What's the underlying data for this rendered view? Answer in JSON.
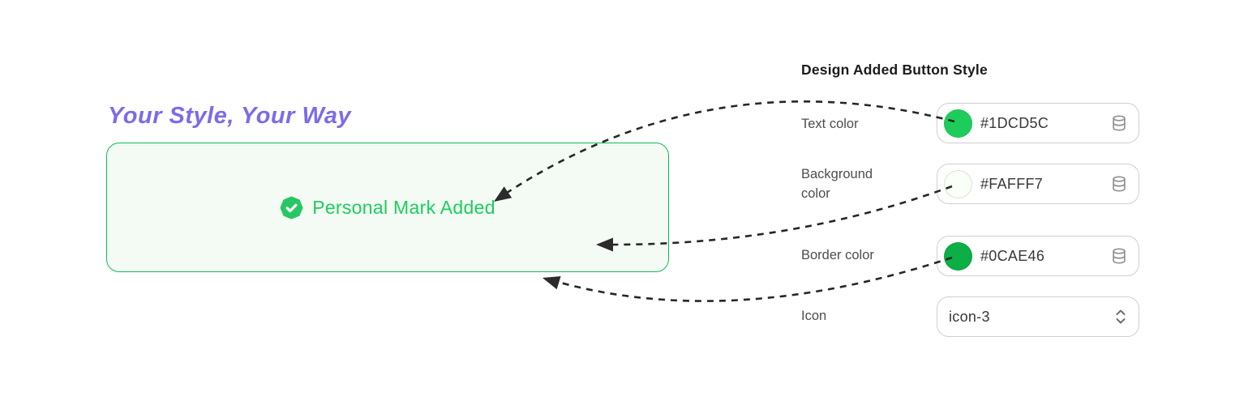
{
  "left": {
    "heading": "Your Style, Your Way",
    "heading_color": "#7b6ce9",
    "preview_button": {
      "label": "Personal Mark Added",
      "text_color": "#1DCD5C",
      "background_color": "#FAFFF7",
      "border_color": "#0CAE46",
      "icon_name": "check-badge-icon"
    }
  },
  "panel": {
    "title": "Design Added Button Style",
    "fields": [
      {
        "label": "Text color",
        "value": "#1DCD5C",
        "swatch": "#1DCD5C",
        "control": "color",
        "trailing_icon": "database-icon"
      },
      {
        "label": "Background color",
        "value": "#FAFFF7",
        "swatch": "#FAFFF7",
        "control": "color",
        "trailing_icon": "database-icon"
      },
      {
        "label": "Border color",
        "value": "#0CAE46",
        "swatch": "#0CAE46",
        "control": "color",
        "trailing_icon": "database-icon"
      },
      {
        "label": "Icon",
        "value": "icon-3",
        "control": "select",
        "trailing_icon": "updown-chevron-icon"
      }
    ]
  },
  "annotations": {
    "arrow_color": "#262626",
    "arrows": [
      {
        "from": "text-color-swatch",
        "to": "preview-button-label"
      },
      {
        "from": "background-color-swatch",
        "to": "preview-button-body"
      },
      {
        "from": "border-color-swatch",
        "to": "preview-button-border"
      }
    ]
  }
}
